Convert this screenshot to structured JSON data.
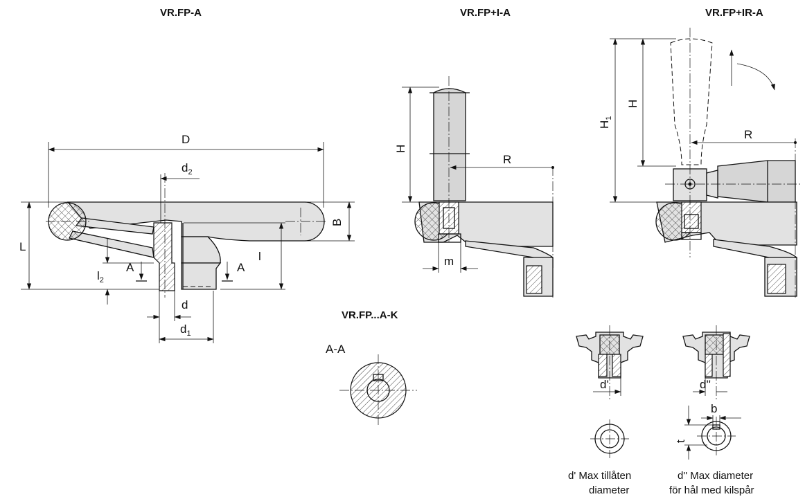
{
  "titles": {
    "fp_a": "VR.FP-A",
    "fp_i_a": "VR.FP+I-A",
    "fp_ir_a": "VR.FP+IR-A",
    "fp_a_k": "VR.FP...A-K"
  },
  "dims": {
    "D": "D",
    "d2": "d",
    "d2_sub": "2",
    "L": "L",
    "B": "B",
    "l": "l",
    "l2": "l",
    "l2_sub": "2",
    "A_left": "A",
    "A_right": "A",
    "d": "d",
    "d1": "d",
    "d1_sub": "1",
    "H_mid": "H",
    "R_mid": "R",
    "m": "m",
    "H1": "H",
    "H1_sub": "1",
    "H_right": "H",
    "R_right": "R",
    "section": "A-A",
    "d_prime": "d'",
    "d_dprime": "d''",
    "b": "b",
    "t": "t"
  },
  "captions": {
    "left_line1": "d' Max tillåten",
    "left_line2": "diameter",
    "right_line1": "d'' Max diameter",
    "right_line2": "för hål med kilspår"
  }
}
